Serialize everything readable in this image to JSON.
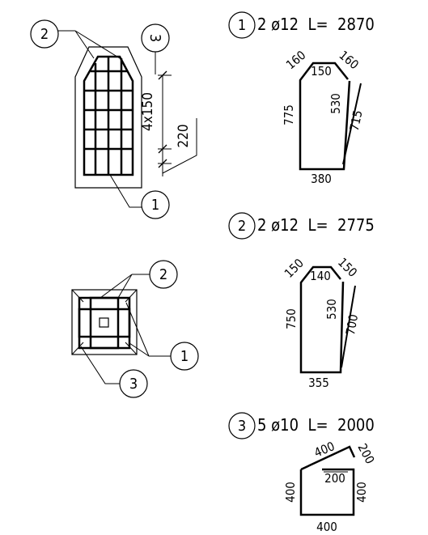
{
  "callouts": {
    "c1": "1",
    "c2": "2",
    "c3": "3"
  },
  "elevation_dims": {
    "spacing": "4x150",
    "depth": "220"
  },
  "bars": [
    {
      "mark": "1",
      "spec": "2 ø12  L=  2870",
      "dims": {
        "left_chamfer": "160",
        "top": "150",
        "right_chamfer": "160",
        "left": "775",
        "inner": "530",
        "right": "715",
        "bottom": "380"
      }
    },
    {
      "mark": "2",
      "spec": "2 ø12  L=  2775",
      "dims": {
        "left_chamfer": "150",
        "top": "140",
        "right_chamfer": "150",
        "left": "750",
        "inner": "530",
        "right": "700",
        "bottom": "355"
      }
    },
    {
      "mark": "3",
      "spec": "5 ø10  L=  2000",
      "dims": {
        "slope": "400",
        "hook": "200",
        "top": "200",
        "left": "400",
        "right": "400",
        "bottom": "400"
      }
    }
  ]
}
